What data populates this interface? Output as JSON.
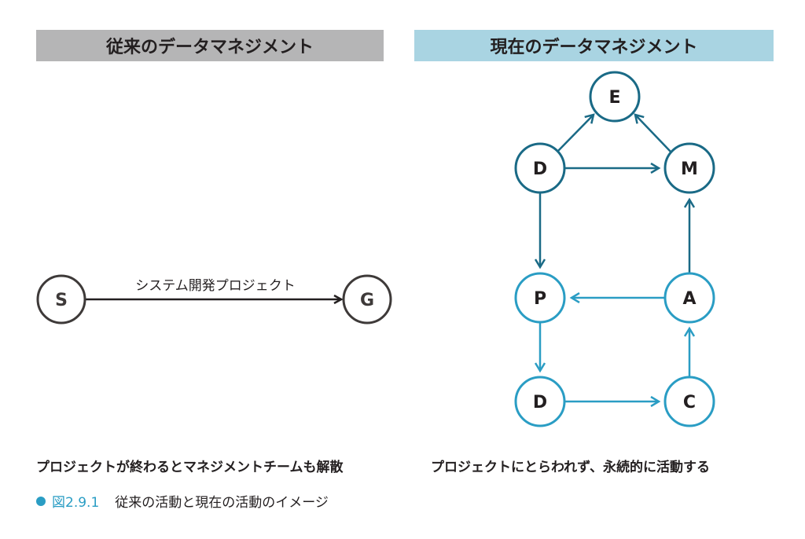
{
  "left_panel": {
    "header": "従来のデータマネジメント",
    "start_node": "S",
    "goal_node": "G",
    "edge_label": "システム開発プロジェクト",
    "caption": "プロジェクトが終わるとマネジメントチームも解散"
  },
  "right_panel": {
    "header": "現在のデータマネジメント",
    "nodes": {
      "E": "E",
      "D_top": "D",
      "M": "M",
      "P": "P",
      "A": "A",
      "D_bottom": "D",
      "C": "C"
    },
    "caption": "プロジェクトにとらわれず、永続的に活動する"
  },
  "figure": {
    "number": "図2.9.1",
    "title": "従来の活動と現在の活動のイメージ"
  },
  "colors": {
    "left_header_bg": "#b5b5b6",
    "right_header_bg": "#a9d4e2",
    "dark_node": "#1a6a86",
    "light_node": "#2a9dc4",
    "left_node": "#3e3a39",
    "arrow": "#231f20"
  }
}
